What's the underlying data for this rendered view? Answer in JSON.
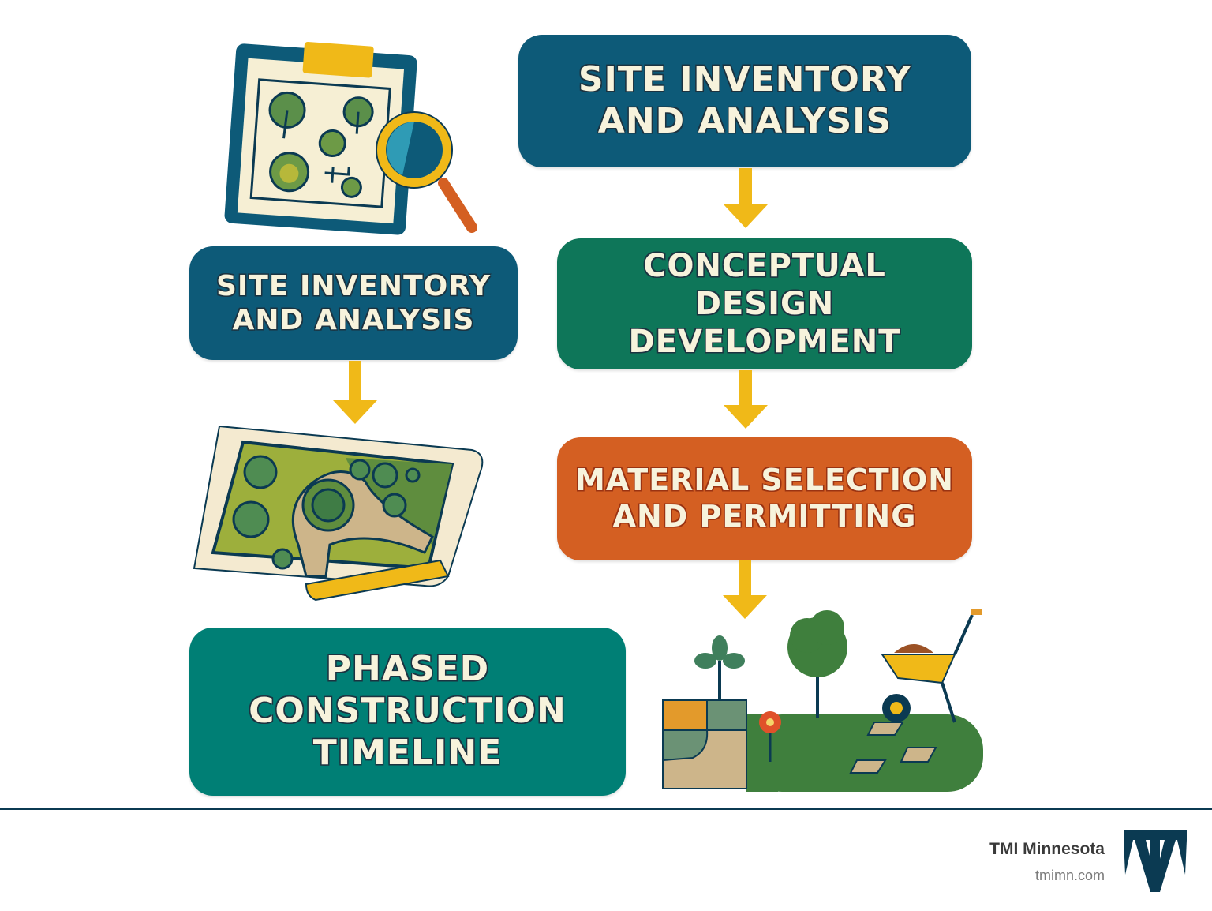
{
  "colors": {
    "navy_blue": "#0d5a78",
    "green": "#0e7659",
    "orange": "#d45f22",
    "teal": "#007f75",
    "arrow_yellow": "#f0b918",
    "text_cream": "#f7f3dc",
    "footer_rule": "#0b3a52",
    "logo": "#0b3a52"
  },
  "steps": {
    "top_right": {
      "lines": [
        "SITE INVENTORY",
        "AND ANALYSIS"
      ]
    },
    "left_mid": {
      "lines": [
        "SITE INVENTORY",
        "AND ANALYSIS"
      ]
    },
    "conceptual": {
      "lines": [
        "CONCEPTUAL",
        "DESIGN DEVELOPMENT"
      ]
    },
    "material": {
      "lines": [
        "MATERIAL SELECTION",
        "AND PERMITTING"
      ]
    },
    "phased": {
      "lines": [
        "PHASED",
        "CONSTRUCTION",
        "TIMELINE"
      ]
    }
  },
  "illustrations": {
    "clipboard": "clipboard-with-site-map-and-magnifier",
    "plan": "landscape-plan-scroll-with-pencil",
    "garden": "finished-garden-with-wheelbarrow"
  },
  "footer": {
    "brand_name": "TMI Minnesota",
    "brand_url": "tmimn.com"
  }
}
